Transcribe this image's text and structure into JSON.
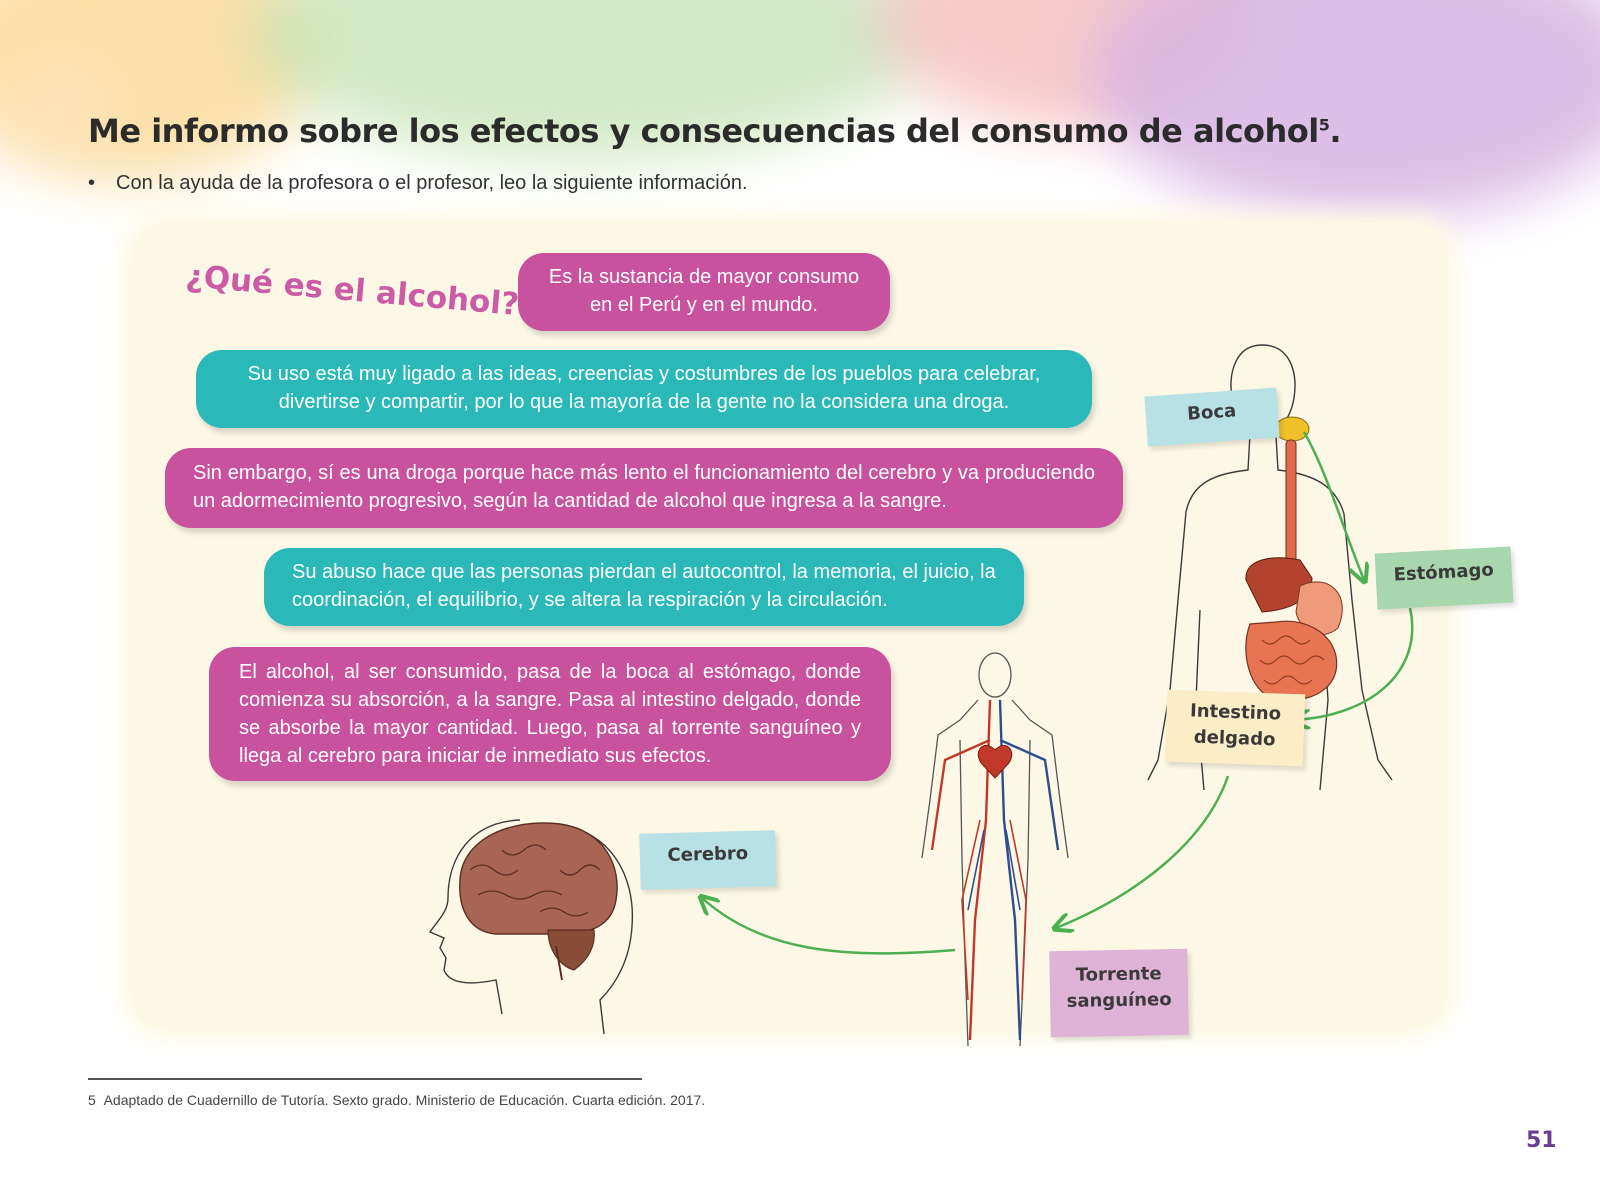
{
  "header": {
    "title": "Me informo sobre los efectos y consecuencias del consumo de alcohol",
    "title_footnote_mark": "5",
    "title_end": ".",
    "instruction_bullet": "•",
    "instruction": "Con la ayuda de la profesora o el profesor, leo la siguiente información."
  },
  "infographic": {
    "question": "¿Qué es el alcohol?",
    "definition": "Es la sustancia de mayor consumo en el Perú y en el mundo.",
    "cultural_use": "Su uso está muy ligado a las ideas, creencias y costumbres de los pueblos para celebrar, divertirse y compartir, por lo que la mayoría de la gente no la considera una droga.",
    "is_drug": "Sin embargo, sí es una droga porque hace más lento el funcionamiento del cerebro y va produciendo un adormecimiento progresivo, según la cantidad de alcohol que ingresa a la sangre.",
    "abuse_effects": "Su abuso hace que las personas pierdan el autocontrol, la memoria, el juicio, la coordinación, el equilibrio, y se altera la respiración y la circulación.",
    "pathway": "El alcohol, al ser consumido, pasa de la boca al estómago, donde comienza su absorción, a la sangre. Pasa al intestino delgado, donde se absorbe la mayor cantidad. Luego, pasa al torrente sanguíneo y llega al cerebro para iniciar de inmediato sus efectos.",
    "labels": {
      "boca": "Boca",
      "estomago": "Estómago",
      "intestino_1": "Intestino",
      "intestino_2": "delgado",
      "torrente_1": "Torrente",
      "torrente_2": "sanguíneo",
      "cerebro": "Cerebro"
    }
  },
  "footnote": {
    "number": "5",
    "text": "Adaptado de Cuadernillo de Tutoría. Sexto grado. Ministerio de Educación. Cuarta edición. 2017."
  },
  "page_number": "51",
  "colors": {
    "pink": "#c9529e",
    "teal": "#2ab8b9",
    "panel": "#fdf8e6",
    "arrow_green": "#4caf50",
    "page_number": "#6b3d91"
  }
}
